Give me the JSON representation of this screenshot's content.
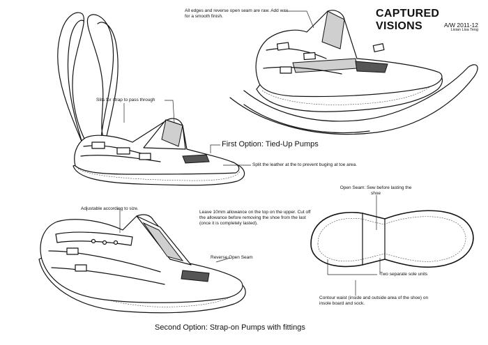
{
  "header": {
    "title": "CAPTURED VISIONS",
    "season": "A/W 2011-12",
    "author": "Lixian Lisa Teng"
  },
  "annotations": {
    "raw_edges": "All edges and reverse open seam are raw. Add wax for a smooth finish.",
    "slits": "Slits for strap to pass through",
    "split_leather": "Split the leather at the to prevent buging at toe area.",
    "adjustable": "Adjustable according to size.",
    "allowance": "Leave 10mm allowance on the top on the upper. Cut off the allowance before removing the shoe from the last (once it is completely lasted).",
    "reverse_seam": "Reverse Open Seam",
    "open_seam": "Open Seam: Sew before lasting the shoe",
    "sole_units": "Two separate sole units",
    "contour_waist": "Contour waist (inside and outside area of the shoe) on insole board and sock."
  },
  "headings": {
    "first_option": "First Option: Tied-Up Pumps",
    "second_option": "Second Option: Strap-on Pumps with fittings"
  }
}
